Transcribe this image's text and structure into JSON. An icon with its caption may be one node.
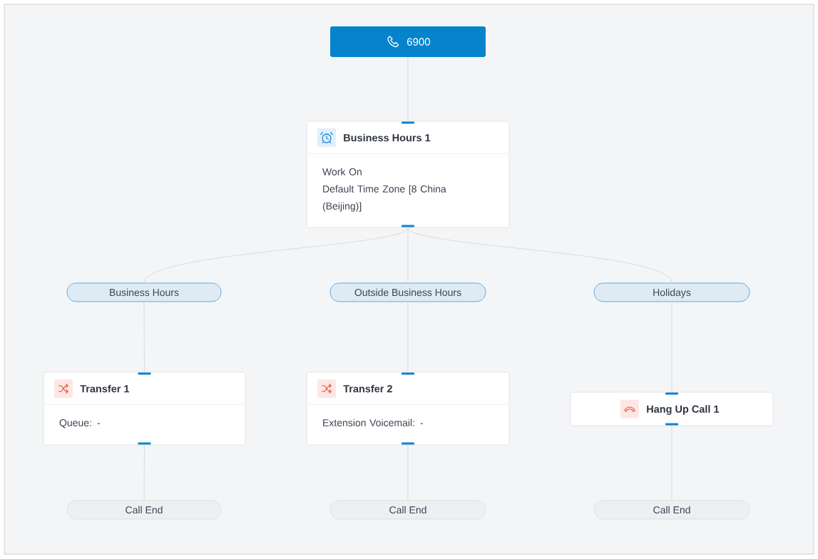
{
  "diagram": {
    "nodes": [
      {
        "text": [
          "6900"
        ]
      },
      {
        "text": [
          "Business Hours 1",
          "Work On",
          "Default Time Zone [8 China (Beijing)]"
        ]
      },
      {
        "text": [
          "Business Hours"
        ]
      },
      {
        "text": [
          "Outside Business Hours"
        ]
      },
      {
        "text": [
          "Holidays"
        ]
      },
      {
        "text": [
          "Transfer 1",
          "Queue: -"
        ]
      },
      {
        "text": [
          "Transfer 2",
          "Extension Voicemail: -"
        ]
      },
      {
        "text": [
          "Hang Up Call 1"
        ]
      },
      {
        "text": [
          "Call End"
        ]
      },
      {
        "text": [
          "Call End"
        ]
      },
      {
        "text": [
          "Call End"
        ]
      }
    ],
    "edges": [
      {
        "from": 0,
        "to": 1,
        "arrow": "none"
      },
      {
        "from": 1,
        "to": 2,
        "arrow": "none"
      },
      {
        "from": 1,
        "to": 3,
        "arrow": "none"
      },
      {
        "from": 1,
        "to": 4,
        "arrow": "none"
      },
      {
        "from": 2,
        "to": 5,
        "arrow": "none"
      },
      {
        "from": 3,
        "to": 6,
        "arrow": "none"
      },
      {
        "from": 4,
        "to": 7,
        "arrow": "none"
      },
      {
        "from": 5,
        "to": 8,
        "arrow": "none"
      },
      {
        "from": 6,
        "to": 9,
        "arrow": "none"
      },
      {
        "from": 7,
        "to": 10,
        "arrow": "none"
      }
    ]
  }
}
